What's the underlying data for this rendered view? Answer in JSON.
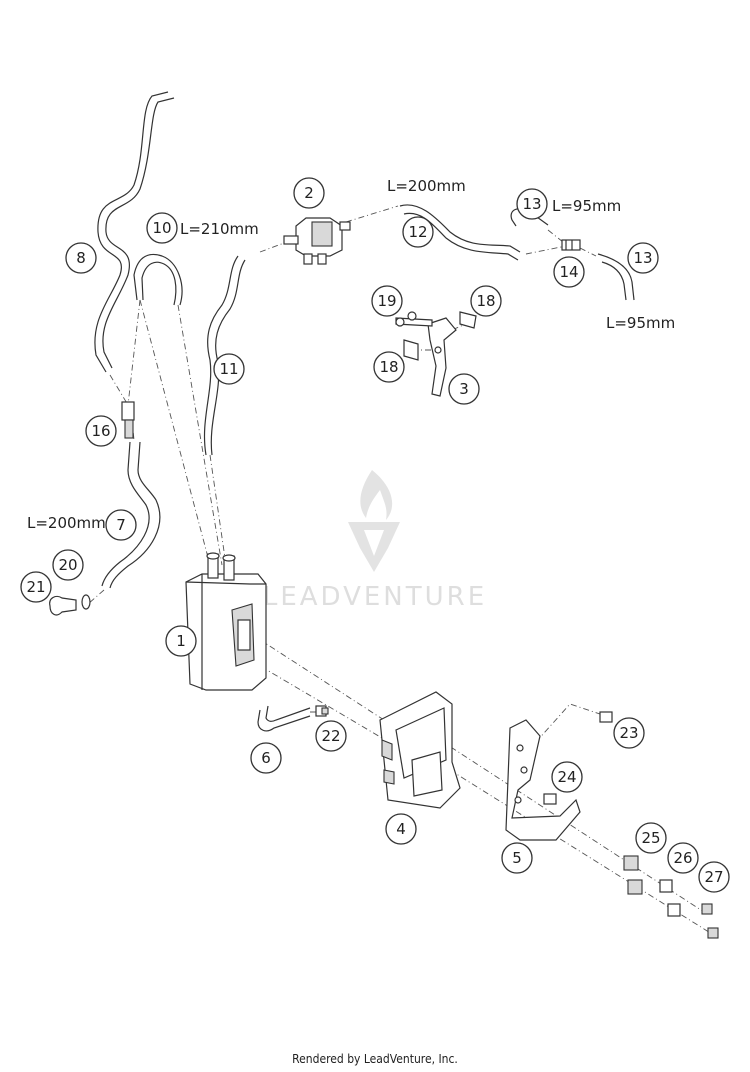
{
  "callouts": [
    {
      "number": "1",
      "part": "canister"
    },
    {
      "number": "2",
      "part": "valve"
    },
    {
      "number": "3",
      "part": "bracket-small"
    },
    {
      "number": "4",
      "part": "holder-bracket"
    },
    {
      "number": "5",
      "part": "plate-bracket"
    },
    {
      "number": "6",
      "part": "elbow-hose"
    },
    {
      "number": "7",
      "part": "hose"
    },
    {
      "number": "8",
      "part": "hose"
    },
    {
      "number": "10",
      "part": "hose"
    },
    {
      "number": "11",
      "part": "hose"
    },
    {
      "number": "12",
      "part": "hose"
    },
    {
      "number": "13",
      "part": "hose"
    },
    {
      "number": "13",
      "part": "hose"
    },
    {
      "number": "14",
      "part": "connector"
    },
    {
      "number": "16",
      "part": "connector"
    },
    {
      "number": "18",
      "part": "clip"
    },
    {
      "number": "18",
      "part": "clip"
    },
    {
      "number": "19",
      "part": "screw"
    },
    {
      "number": "20",
      "part": "washer"
    },
    {
      "number": "21",
      "part": "cap"
    },
    {
      "number": "22",
      "part": "fitting"
    },
    {
      "number": "23",
      "part": "screw"
    },
    {
      "number": "24",
      "part": "screw"
    },
    {
      "number": "25",
      "part": "bushing"
    },
    {
      "number": "26",
      "part": "spacer"
    },
    {
      "number": "27",
      "part": "screw"
    }
  ],
  "length_labels": {
    "hose10": "L=210mm",
    "hose12": "L=200mm",
    "hose13_top": "L=95mm",
    "hose13_bottom": "L=95mm",
    "hose7": "L=200mm"
  },
  "watermark": "LEADVENTURE",
  "footer": "Rendered by LeadVenture, Inc."
}
